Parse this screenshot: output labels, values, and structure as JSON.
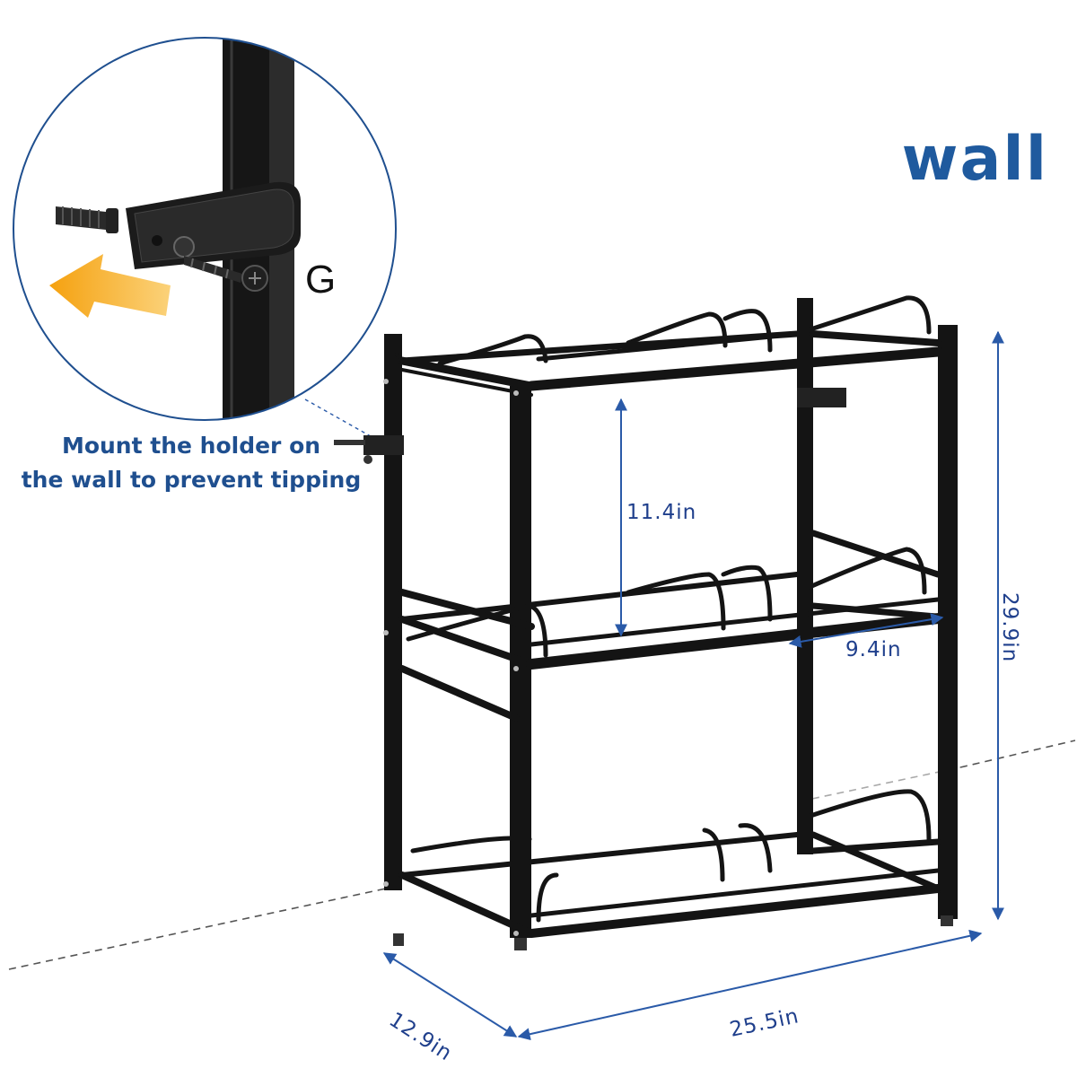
{
  "wall_label": "wall",
  "detail": {
    "part_label": "G",
    "caption_line1": "Mount the holder on",
    "caption_line2": "the wall to prevent tipping"
  },
  "dimensions": {
    "shelf_spacing": "11.4in",
    "shelf_depth": "9.4in",
    "height": "29.9in",
    "depth": "12.9in",
    "width": "25.5in"
  },
  "colors": {
    "accent": "#1f5a9e",
    "dimension_line": "#2a5aa8",
    "frame": "#141414",
    "arrow": "#f2a81d"
  },
  "icons": [
    "wall-anchor-icon",
    "screw-icon",
    "mounting-strap-icon",
    "direction-arrow-icon"
  ]
}
